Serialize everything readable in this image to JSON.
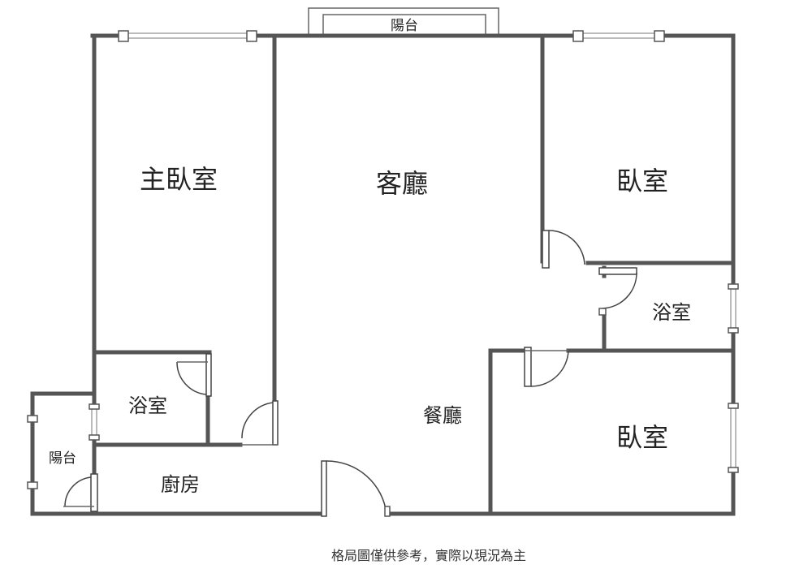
{
  "rooms": {
    "balcony_top": "陽台",
    "master_bedroom": "主臥室",
    "living_room": "客廳",
    "bedroom_top_right": "臥室",
    "bathroom_right": "浴室",
    "bathroom_left": "浴室",
    "dining_room": "餐廳",
    "bedroom_bottom_right": "臥室",
    "balcony_left": "陽台",
    "kitchen": "廚房"
  },
  "note": "格局圖僅供參考，實際以現況為主",
  "colors": {
    "wall": "#555555",
    "background": "#ffffff",
    "text": "#222222"
  }
}
